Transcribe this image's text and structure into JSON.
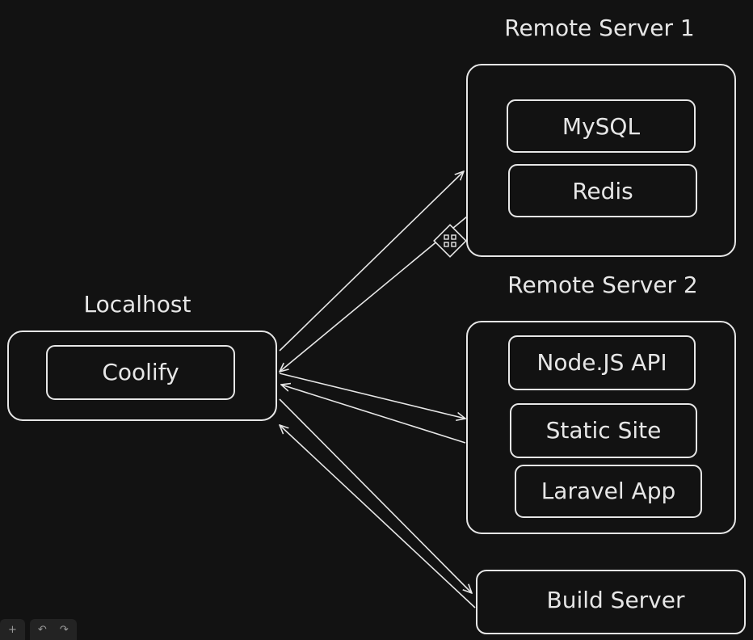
{
  "groups": {
    "localhost": {
      "title": "Localhost",
      "items": [
        "Coolify"
      ]
    },
    "remote1": {
      "title": "Remote Server 1",
      "items": [
        "MySQL",
        "Redis"
      ]
    },
    "remote2": {
      "title": "Remote Server 2",
      "items": [
        "Node.JS API",
        "Static Site",
        "Laravel App"
      ]
    },
    "build": {
      "title": "Build Server"
    }
  },
  "toolbar": {
    "add_icon": "+",
    "undo_icon": "↶",
    "redo_icon": "↷"
  },
  "colors": {
    "background": "#121212",
    "stroke": "#e6e6e6"
  }
}
